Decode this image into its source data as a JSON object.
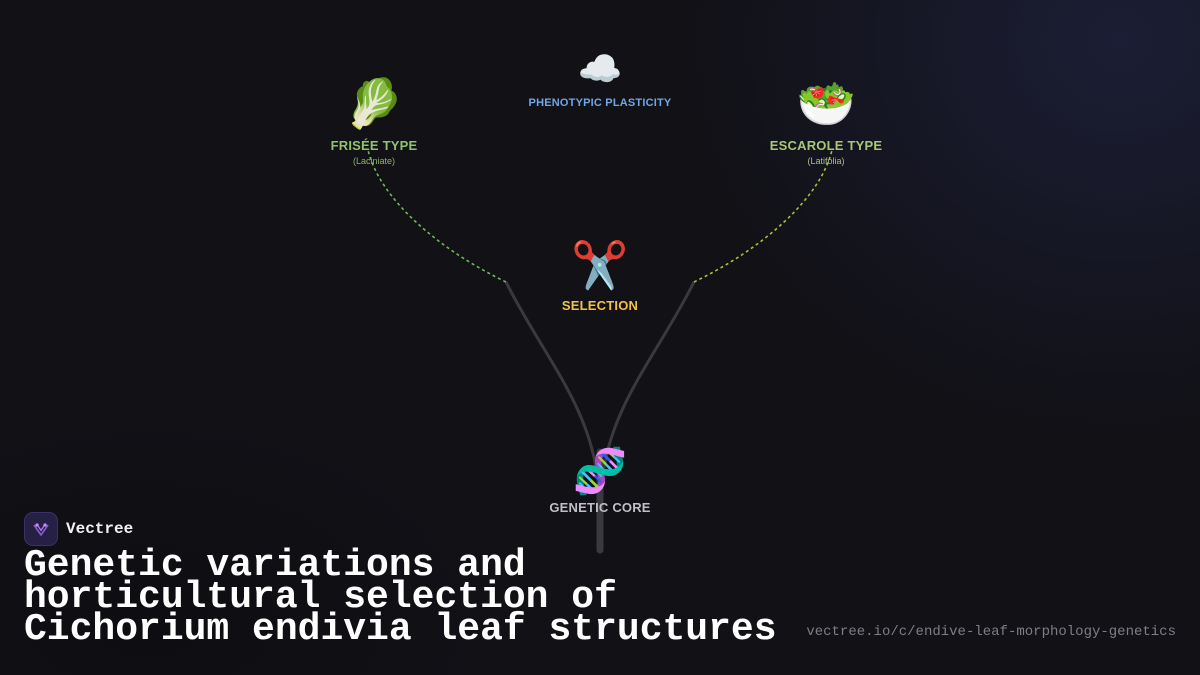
{
  "diagram": {
    "nodes": {
      "frisee": {
        "icon": "lettuce-icon",
        "glyph": "🥬",
        "label": "FRISÉE TYPE",
        "sublabel": "(Laciniate)"
      },
      "plasticity": {
        "icon": "cloud-icon",
        "glyph": "☁️",
        "label": "PHENOTYPIC PLASTICITY"
      },
      "escarole": {
        "icon": "salad-bowl-icon",
        "glyph": "🥗",
        "label": "ESCAROLE TYPE",
        "sublabel": "(Latifolia)"
      },
      "selection": {
        "icon": "scissors-icon",
        "glyph": "✂️",
        "label": "SELECTION"
      },
      "core": {
        "icon": "dna-icon",
        "glyph": "🧬",
        "label": "GENETIC CORE"
      }
    },
    "colors": {
      "trunk": "#3a3a3e",
      "branch_frisee": "#6dbb58",
      "branch_escarole": "#a4c23c",
      "frisee_label": "#8fc46c",
      "plasticity_label": "#6fa7e8",
      "escarole_label": "#a8c878",
      "selection_label": "#f3c14a",
      "core_label": "#bfbfc6",
      "background": "#111116"
    }
  },
  "branding": {
    "name": "Vectree",
    "logo_icon": "vectree-logo-icon"
  },
  "headline": "Genetic variations and horticultural selection of Cichorium endivia leaf structures",
  "source_url": "vectree.io/c/endive-leaf-morphology-genetics"
}
